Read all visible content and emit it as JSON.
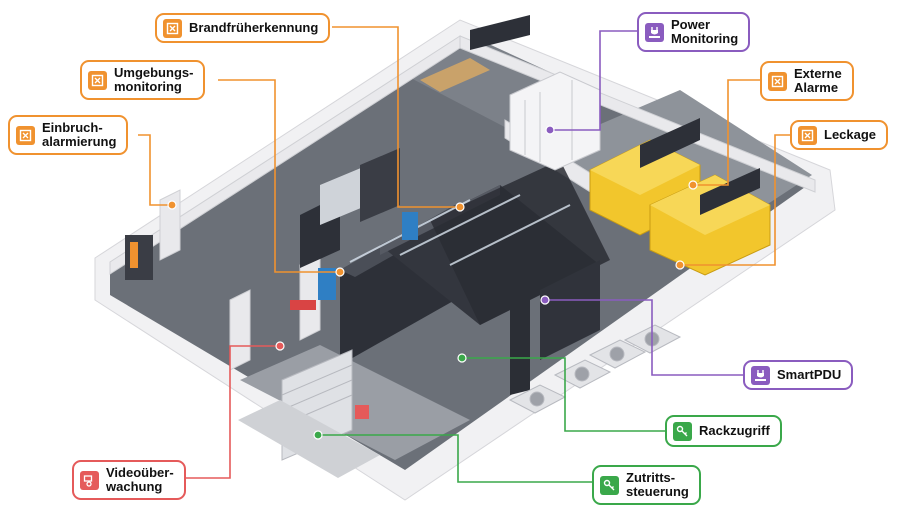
{
  "colors": {
    "fire_orange": "#f0922f",
    "power_purple": "#8a5cbf",
    "access_green": "#3aa84a",
    "video_red": "#e55a5a",
    "floor": "#676c74",
    "wall": "#e7e7ea",
    "rack": "#2d3038",
    "generator": "#f2c62c"
  },
  "callouts": {
    "brandfrueherkennung": {
      "label": "Brandfrüherkennung",
      "icon": "fire-sensor-icon",
      "category": "orange"
    },
    "umgebungsmonitoring": {
      "label": "Umgebungs-\nmonitoring",
      "icon": "environment-sensor-icon",
      "category": "orange"
    },
    "einbruchalarmierung": {
      "label": "Einbruch-\nalarmierung",
      "icon": "intrusion-sensor-icon",
      "category": "orange"
    },
    "power_monitoring": {
      "label": "Power\nMonitoring",
      "icon": "power-meter-icon",
      "category": "purple"
    },
    "externe_alarme": {
      "label": "Externe\nAlarme",
      "icon": "alarm-sensor-icon",
      "category": "orange"
    },
    "leckage": {
      "label": "Leckage",
      "icon": "leak-sensor-icon",
      "category": "orange"
    },
    "smartpdu": {
      "label": "SmartPDU",
      "icon": "pdu-icon",
      "category": "purple"
    },
    "rackzugriff": {
      "label": "Rackzugriff",
      "icon": "rack-access-icon",
      "category": "green"
    },
    "zutrittssteuerung": {
      "label": "Zutritts-\nsteuerung",
      "icon": "access-control-icon",
      "category": "green"
    },
    "videoueberwachung": {
      "label": "Videoüber-\nwachung",
      "icon": "camera-icon",
      "category": "red"
    }
  }
}
